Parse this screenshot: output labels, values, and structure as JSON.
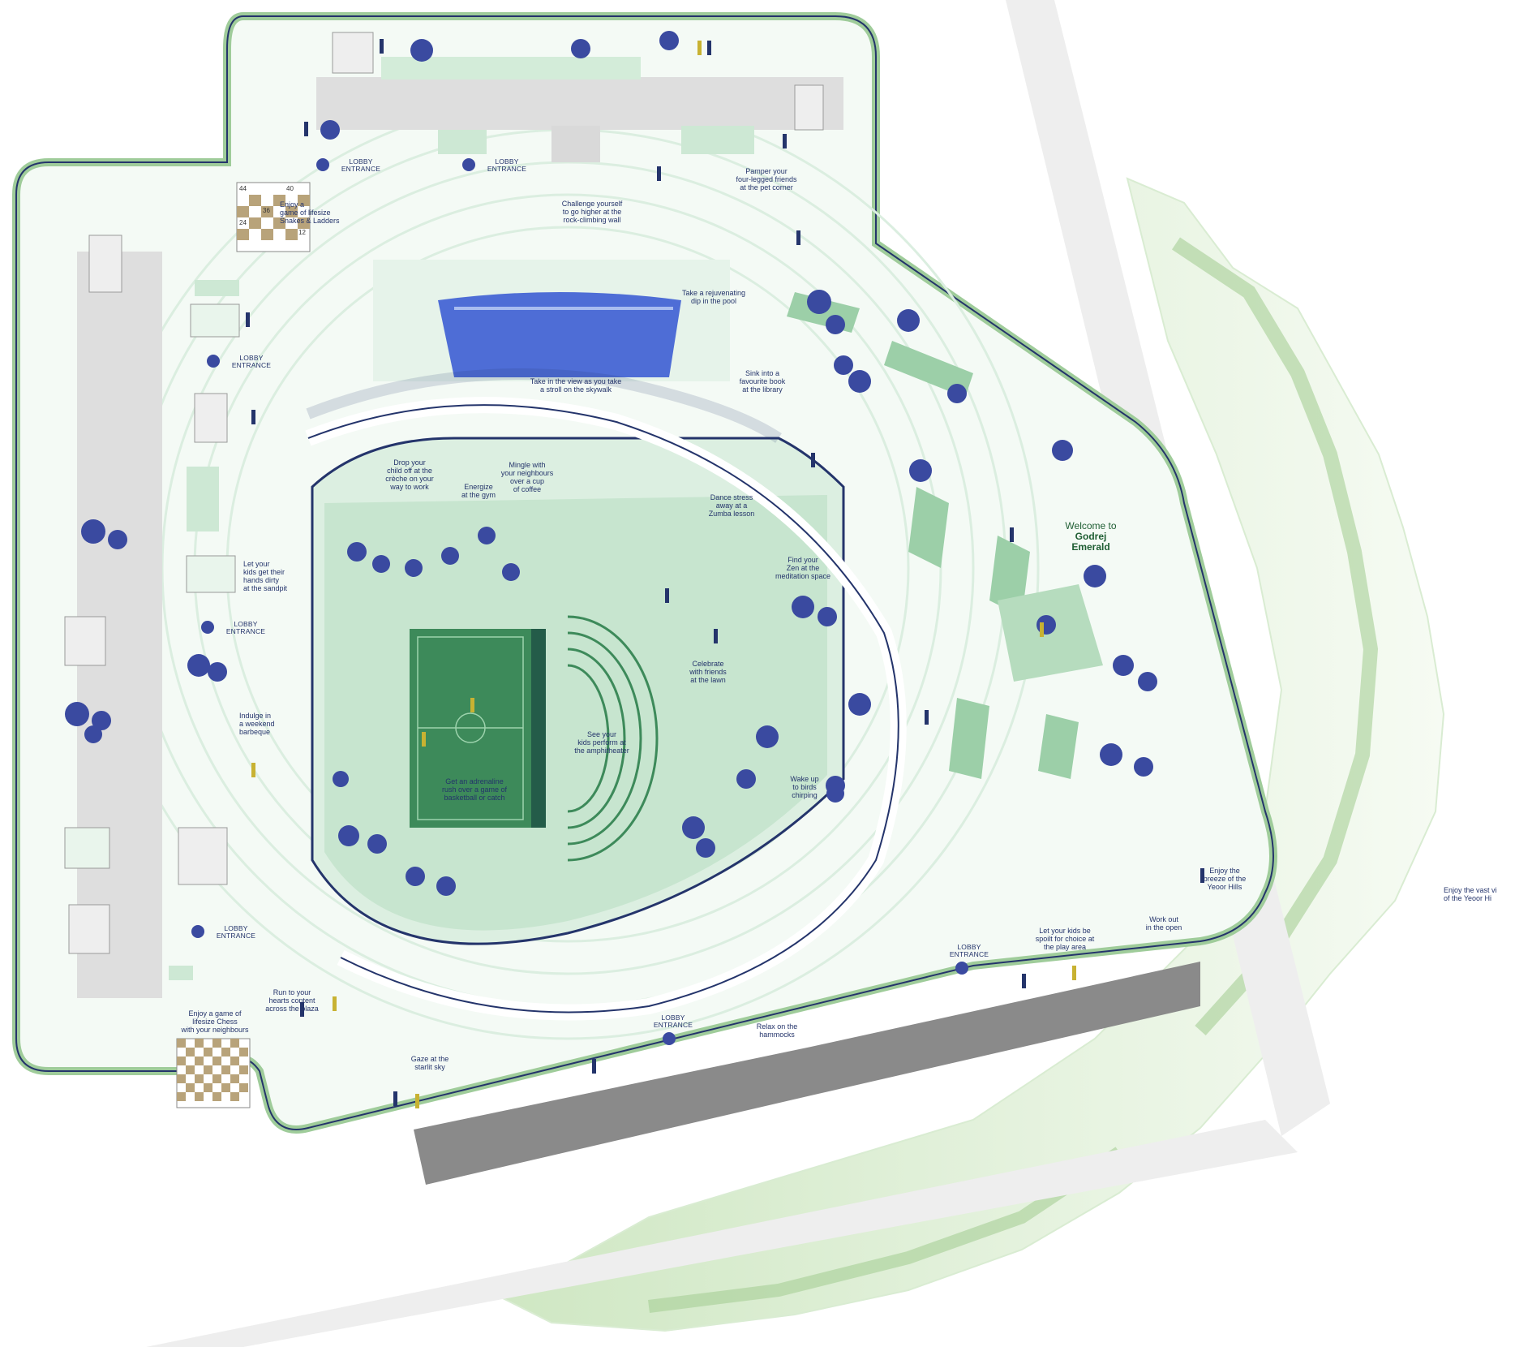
{
  "welcome": {
    "line1": "Welcome to",
    "line2": "Godrej",
    "line3": "Emerald"
  },
  "labels": [
    {
      "id": "snakes-ladders",
      "lines": [
        "Enjoy a",
        "game of lifesize",
        "Snakes & Ladders"
      ]
    },
    {
      "id": "rock-climbing",
      "lines": [
        "Challenge yourself",
        "to go higher at the",
        "rock-climbing wall"
      ]
    },
    {
      "id": "pet-corner",
      "lines": [
        "Pamper your",
        "four-legged friends",
        "at the pet corner"
      ]
    },
    {
      "id": "pool",
      "lines": [
        "Take a rejuvenating",
        "dip in the pool"
      ]
    },
    {
      "id": "skywalk",
      "lines": [
        "Take in the view as you take",
        "a stroll on the skywalk"
      ]
    },
    {
      "id": "library",
      "lines": [
        "Sink into a",
        "favourite book",
        "at the library"
      ]
    },
    {
      "id": "creche",
      "lines": [
        "Drop your",
        "child off at the",
        "crèche on your",
        "way to work"
      ]
    },
    {
      "id": "gym",
      "lines": [
        "Energize",
        "at the gym"
      ]
    },
    {
      "id": "coffee",
      "lines": [
        "Mingle with",
        "your neighbours",
        "over a cup",
        "of coffee"
      ]
    },
    {
      "id": "zumba",
      "lines": [
        "Dance stress",
        "away at a",
        "Zumba lesson"
      ]
    },
    {
      "id": "meditation",
      "lines": [
        "Find your",
        "Zen at the",
        "meditation space"
      ]
    },
    {
      "id": "sandpit",
      "lines": [
        "Let your",
        "kids get their",
        "hands dirty",
        "at the sandpit"
      ]
    },
    {
      "id": "lawn",
      "lines": [
        "Celebrate",
        "with friends",
        "at the lawn"
      ]
    },
    {
      "id": "barbeque",
      "lines": [
        "Indulge in",
        "a weekend",
        "barbeque"
      ]
    },
    {
      "id": "amphitheater",
      "lines": [
        "See your",
        "kids perform at",
        "the amphitheater"
      ]
    },
    {
      "id": "basketball",
      "lines": [
        "Get an adrenaline",
        "rush over a game of",
        "basketball or catch"
      ]
    },
    {
      "id": "birds",
      "lines": [
        "Wake up",
        "to birds",
        "chirping"
      ]
    },
    {
      "id": "yeoor-breeze",
      "lines": [
        "Enjoy the",
        "breeze of the",
        "Yeoor Hills"
      ]
    },
    {
      "id": "work-out",
      "lines": [
        "Work out",
        "in the open"
      ]
    },
    {
      "id": "play-area",
      "lines": [
        "Let your kids be",
        "spoilt for choice at",
        "the play area"
      ]
    },
    {
      "id": "plaza",
      "lines": [
        "Run to your",
        "hearts content",
        "across the plaza"
      ]
    },
    {
      "id": "chess",
      "lines": [
        "Enjoy a game of",
        "lifesize Chess",
        "with your neighbours"
      ]
    },
    {
      "id": "hammocks",
      "lines": [
        "Relax on the",
        "hammocks"
      ]
    },
    {
      "id": "starlit",
      "lines": [
        "Gaze at the",
        "starlit sky"
      ]
    },
    {
      "id": "yeoor-view",
      "lines": [
        "Enjoy the vast vi",
        "of the Yeoor Hi"
      ]
    }
  ],
  "lobbies": [
    {
      "id": "lobby-1",
      "lines": [
        "LOBBY",
        "ENTRANCE"
      ]
    },
    {
      "id": "lobby-2",
      "lines": [
        "LOBBY",
        "ENTRANCE"
      ]
    },
    {
      "id": "lobby-3",
      "lines": [
        "LOBBY",
        "ENTRANCE"
      ]
    },
    {
      "id": "lobby-4",
      "lines": [
        "LOBBY",
        "ENTRANCE"
      ]
    },
    {
      "id": "lobby-5",
      "lines": [
        "LOBBY",
        "ENTRANCE"
      ]
    },
    {
      "id": "lobby-6",
      "lines": [
        "LOBBY",
        "ENTRANCE"
      ]
    },
    {
      "id": "lobby-7",
      "lines": [
        "LOBBY",
        "ENTRANCE"
      ]
    }
  ],
  "board_numbers": [
    "44",
    "36",
    "40",
    "24",
    "12"
  ],
  "colors": {
    "navy": "#24346b",
    "tree": "#3a4aa0",
    "green": "#8fc79a",
    "pale": "#e6f3ea",
    "grey": "#8a8a8a",
    "hill": "#b7d9a8"
  }
}
